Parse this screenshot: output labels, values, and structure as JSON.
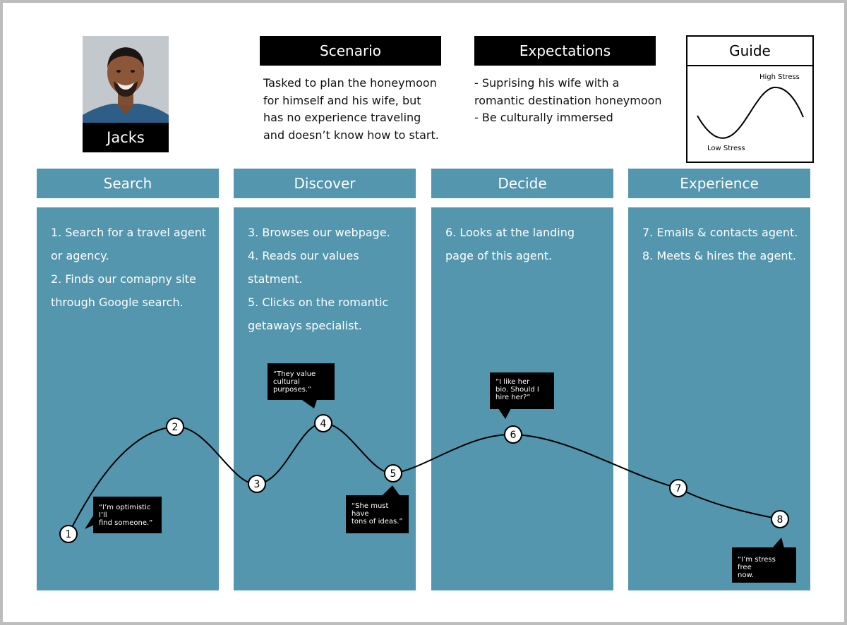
{
  "persona": {
    "name": "Jacks"
  },
  "scenario": {
    "heading": "Scenario",
    "lines": [
      "Tasked to plan the honeymoon",
      "for himself and his wife, but",
      "has no experience traveling",
      "and doesn’t know how to start."
    ]
  },
  "expectations": {
    "heading": "Expectations",
    "lines": [
      "- Suprising his wife with a",
      "romantic destination honeymoon",
      "- Be culturally immersed"
    ]
  },
  "guide": {
    "title": "Guide",
    "high_label": "High Stress",
    "low_label": "Low Stress"
  },
  "stages": [
    {
      "title": "Search",
      "steps": [
        "1. Search for a travel agent",
        "or agency.",
        "2. Finds our comapny site",
        "through Google search."
      ]
    },
    {
      "title": "Discover",
      "steps": [
        "3. Browses our webpage.",
        "4. Reads our values",
        "statment.",
        "5. Clicks on the romantic",
        "getaways specialist."
      ]
    },
    {
      "title": "Decide",
      "steps": [
        "6. Looks at the landing",
        "page of this agent."
      ]
    },
    {
      "title": "Experience",
      "steps": [
        "7. Emails & contacts agent.",
        "8. Meets & hires the agent."
      ]
    }
  ],
  "journey_points": [
    "1",
    "2",
    "3",
    "4",
    "5",
    "6",
    "7",
    "8"
  ],
  "quotes": [
    {
      "lines": [
        "“I’m optimistic I’ll",
        "find someone.”"
      ]
    },
    {
      "lines": [
        "“They value",
        "cultural purposes.”"
      ]
    },
    {
      "lines": [
        "“She must have",
        "tons of ideas.”"
      ]
    },
    {
      "lines": [
        "“I like her",
        "bio. Should I",
        "hire her?”"
      ]
    },
    {
      "lines": [
        "“I’m stress free",
        "now."
      ]
    }
  ],
  "colors": {
    "stage": "#5396ad",
    "ink": "#000000",
    "frame": "#bdbdbd"
  }
}
